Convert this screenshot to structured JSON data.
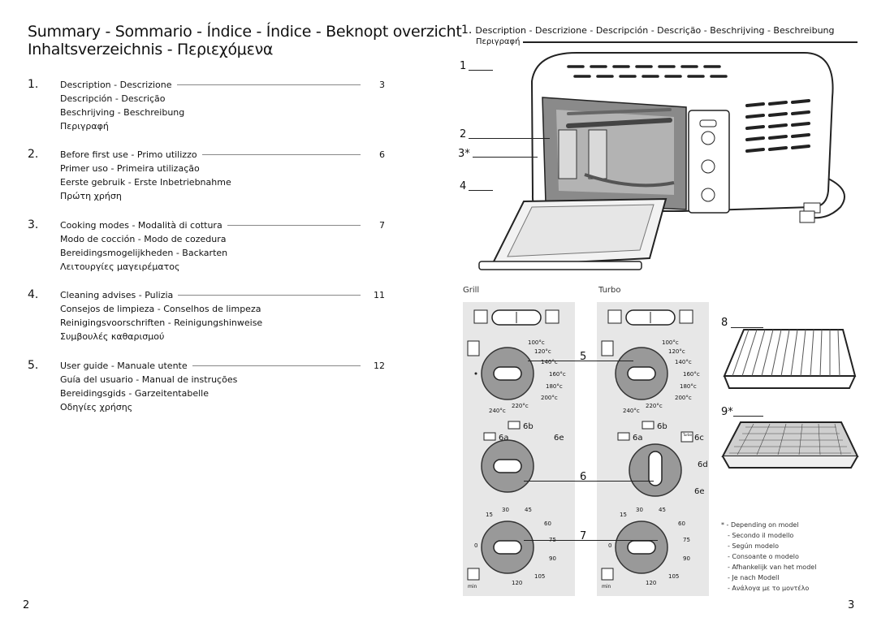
{
  "summary_title": {
    "line1": "Summary - Sommario - Índice - Índice - Beknopt overzicht",
    "line2": "Inhaltsverzeichnis - Περιεχόμενα"
  },
  "toc": [
    {
      "num": "1.",
      "page": "3",
      "lines": [
        "Description - Descrizione",
        "Descripción - Descrição",
        "Beschrijving - Beschreibung",
        "Περιγραφή"
      ]
    },
    {
      "num": "2.",
      "page": "6",
      "lines": [
        "Before first use - Primo utilizzo",
        "Primer uso - Primeira utilização",
        "Eerste gebruik - Erste Inbetriebnahme",
        "Πρώτη χρήση"
      ]
    },
    {
      "num": "3.",
      "page": "7",
      "lines": [
        "Cooking modes - Modalità di cottura",
        "Modo de cocción - Modo de cozedura",
        "Bereidingsmogelijkheden - Backarten",
        "Λειτουργίες μαγειρέματος"
      ]
    },
    {
      "num": "4.",
      "page": "11",
      "lines": [
        "Cleaning advises - Pulizia",
        "Consejos de limpieza - Conselhos de limpeza",
        "Reinigingsvoorschriften - Reinigungshinweise",
        "Συμβουλές καθαρισμού"
      ]
    },
    {
      "num": "5.",
      "page": "12",
      "lines": [
        "User guide - Manuale utente",
        "Guía del usuario - Manual de instruções",
        "Bereidingsgids - Garzeitentabelle",
        "Οδηγίες χρήσης"
      ]
    }
  ],
  "right_heading": {
    "num": "1.",
    "line1": "Description - Descrizione - Descripción - Descrição - Beschrijving - Beschreibung",
    "line2": "Περιγραφή"
  },
  "callouts": {
    "c1": "1",
    "c2": "2",
    "c3": "3*",
    "c4": "4",
    "c5": "5",
    "c6": "6",
    "c7": "7",
    "c8": "8",
    "c9": "9*"
  },
  "modes": {
    "grill": "Grill",
    "turbo": "Turbo"
  },
  "temperatures": [
    "100°c",
    "120°c",
    "140°c",
    "160°c",
    "180°c",
    "200°c",
    "220°c",
    "240°c"
  ],
  "function_labels": {
    "a": "6a",
    "b": "6b",
    "c": "6c",
    "d": "6d",
    "e": "6e",
    "turbo_small": "Turbo"
  },
  "timer_labels": [
    "15",
    "30",
    "45",
    "60",
    "75",
    "90",
    "105",
    "120",
    "0"
  ],
  "timer_unit": "min",
  "footnote": [
    "* - Depending on model",
    "- Secondo il modello",
    "- Según modelo",
    "- Consoante o modelo",
    "- Afhankelijk van het model",
    "- Je nach Modell",
    "- Ανάλογα με το μοντέλο"
  ],
  "page_left": "2",
  "page_right": "3"
}
